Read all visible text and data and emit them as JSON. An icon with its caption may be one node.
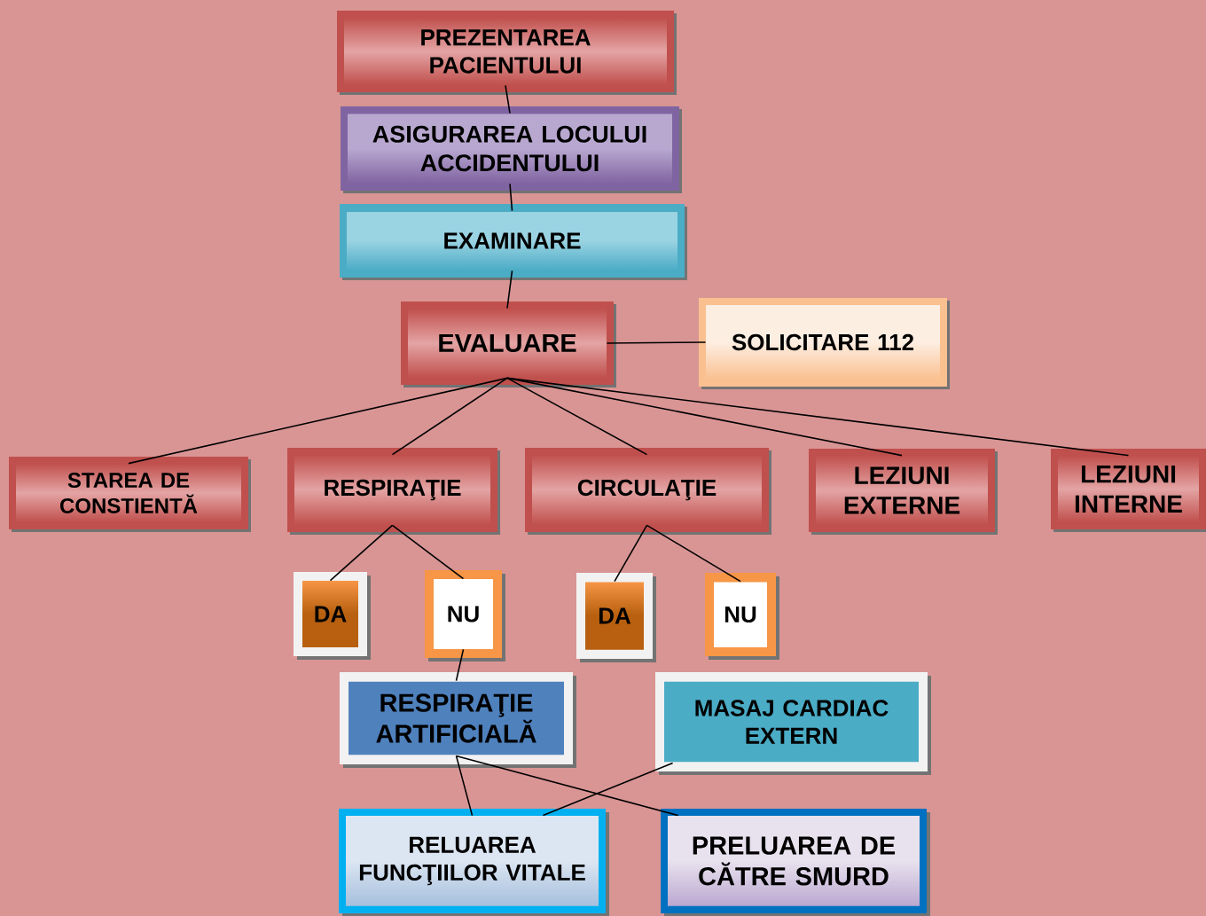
{
  "diagram": {
    "nodes": [
      {
        "text": [
          "PREZENTAREA PACIENTULUI"
        ]
      },
      {
        "text": [
          "ASIGURAREA LOCULUI ACCIDENTULUI"
        ]
      },
      {
        "text": [
          "EXAMINARE"
        ]
      },
      {
        "text": [
          "EVALUARE"
        ]
      },
      {
        "text": [
          "SOLICITARE 112"
        ]
      },
      {
        "text": [
          "STAREA DE CONSTIENTĂ"
        ]
      },
      {
        "text": [
          "RESPIRAŢIE"
        ]
      },
      {
        "text": [
          "CIRCULAŢIE"
        ]
      },
      {
        "text": [
          "LEZIUNI EXTERNE"
        ]
      },
      {
        "text": [
          "LEZIUNI INTERNE"
        ]
      },
      {
        "text": [
          "DA"
        ]
      },
      {
        "text": [
          "NU"
        ]
      },
      {
        "text": [
          "DA"
        ]
      },
      {
        "text": [
          "NU"
        ]
      },
      {
        "text": [
          "RESPIRAŢIE ARTIFICIALĂ"
        ]
      },
      {
        "text": [
          "MASAJ CARDIAC EXTERN"
        ]
      },
      {
        "text": [
          "RELUAREA FUNCŢIILOR VITALE"
        ]
      },
      {
        "text": [
          "PRELUAREA DE CĂTRE SMURD"
        ]
      }
    ],
    "edges": [
      {
        "from": 0,
        "to": 1,
        "arrow": "none"
      },
      {
        "from": 1,
        "to": 2,
        "arrow": "none"
      },
      {
        "from": 2,
        "to": 3,
        "arrow": "none"
      },
      {
        "from": 3,
        "to": 4,
        "arrow": "none"
      },
      {
        "from": 3,
        "to": 5,
        "arrow": "none"
      },
      {
        "from": 3,
        "to": 6,
        "arrow": "none"
      },
      {
        "from": 3,
        "to": 7,
        "arrow": "none"
      },
      {
        "from": 3,
        "to": 8,
        "arrow": "none"
      },
      {
        "from": 3,
        "to": 9,
        "arrow": "none"
      },
      {
        "from": 6,
        "to": 10,
        "arrow": "none"
      },
      {
        "from": 6,
        "to": 11,
        "arrow": "none"
      },
      {
        "from": 7,
        "to": 12,
        "arrow": "none"
      },
      {
        "from": 7,
        "to": 13,
        "arrow": "none"
      },
      {
        "from": 11,
        "to": 14,
        "arrow": "none"
      },
      {
        "from": 14,
        "to": 16,
        "arrow": "none"
      },
      {
        "from": 14,
        "to": 17,
        "arrow": "none"
      },
      {
        "from": 15,
        "to": 16,
        "arrow": "none"
      }
    ]
  }
}
